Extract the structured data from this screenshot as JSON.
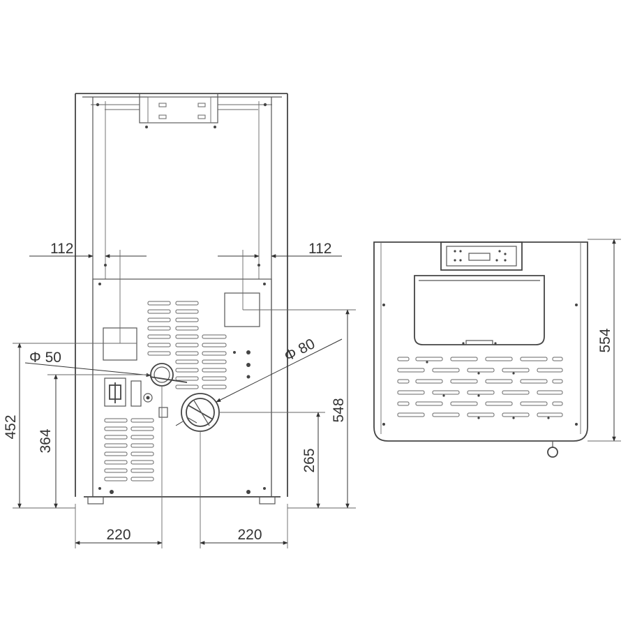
{
  "rear_view": {
    "dim_left_offset": "112",
    "dim_right_offset": "112",
    "dim_small_flue_diameter": "Φ 50",
    "dim_large_flue_diameter": "Φ 80",
    "dim_height_total": "452",
    "dim_height_small_flue": "364",
    "dim_height_large_flue": "265",
    "dim_height_right": "548",
    "dim_width_left": "220",
    "dim_width_right": "220"
  },
  "front_view": {
    "dim_height": "554"
  }
}
